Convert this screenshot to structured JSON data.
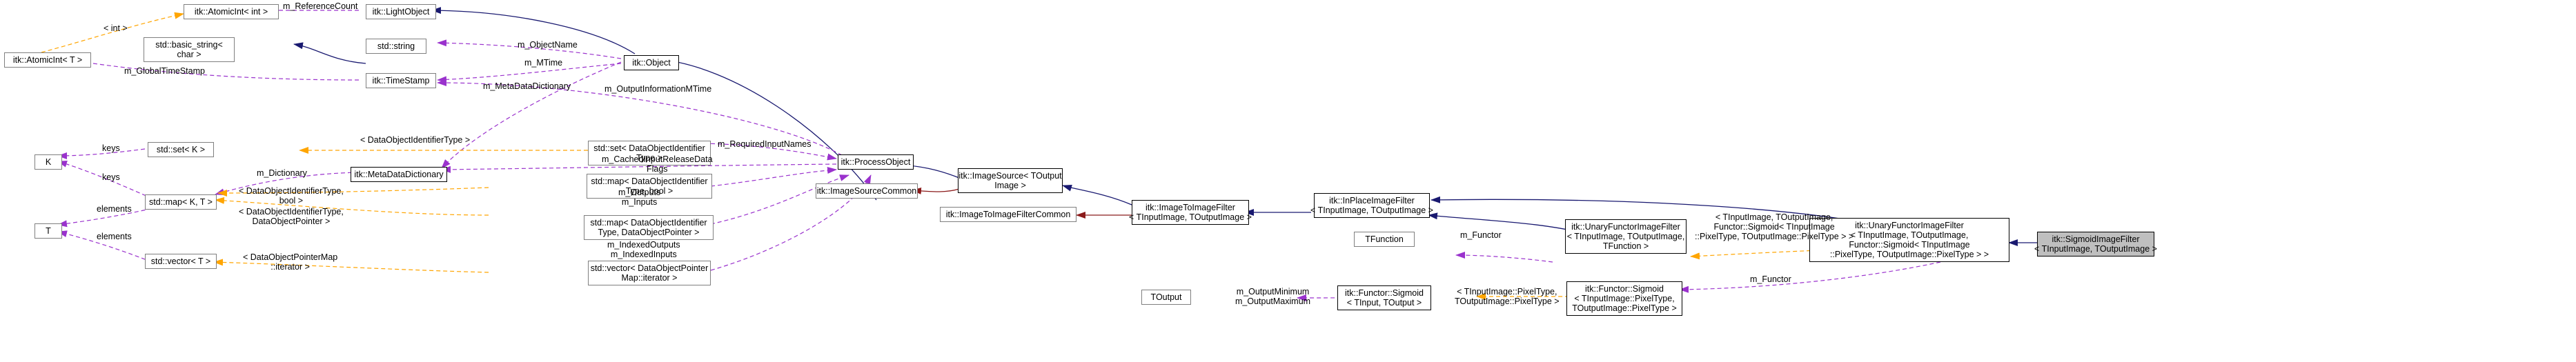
{
  "colors": {
    "inheritance": "#191970",
    "usage": "#9a32cd",
    "template": "#ffa500",
    "private": "#8b1a1a",
    "focus_fill": "#bfbfbf",
    "node_border": "#7f7f7f"
  },
  "nodes": {
    "atomicint_int": [
      "itk::AtomicInt< int >"
    ],
    "lightobject": [
      "itk::LightObject"
    ],
    "basic_string": [
      "std::basic_string<",
      "char >"
    ],
    "atomicint_t": [
      "itk::AtomicInt< T >"
    ],
    "std_string": [
      "std::string"
    ],
    "object": [
      "itk::Object"
    ],
    "timestamp": [
      "itk::TimeStamp"
    ],
    "k": [
      "K"
    ],
    "set_k": [
      "std::set< K >"
    ],
    "set_dataobjid": [
      "std::set< DataObjectIdentifier",
      "Type >"
    ],
    "processobject": [
      "itk::ProcessObject"
    ],
    "metadatadictionary": [
      "itk::MetaDataDictionary"
    ],
    "map_kt": [
      "std::map< K, T >"
    ],
    "map_bool": [
      "std::map< DataObjectIdentifier",
      "Type, bool >"
    ],
    "imagesource": [
      "itk::ImageSource< TOutput",
      "Image >"
    ],
    "imagesourcecommon": [
      "itk::ImageSourceCommon"
    ],
    "t": [
      "T"
    ],
    "map_dataobjptr": [
      "std::map< DataObjectIdentifier",
      "Type, DataObjectPointer >"
    ],
    "imagetoimagefilter": [
      "itk::ImageToImageFilter",
      "< TInputImage, TOutputImage >"
    ],
    "imagetoimagefiltercommon": [
      "itk::ImageToImageFilterCommon"
    ],
    "inplaceimagefilter": [
      "itk::InPlaceImageFilter",
      "< TInputImage, TOutputImage >"
    ],
    "vector_t": [
      "std::vector< T >"
    ],
    "vector_iter": [
      "std::vector< DataObjectPointer",
      "Map::iterator >"
    ],
    "unary_tfunction": [
      "itk::UnaryFunctorImageFilter",
      "< TInputImage, TOutputImage,",
      "TFunction >"
    ],
    "tfunction": [
      "TFunction"
    ],
    "unary_sigmoid": [
      "itk::UnaryFunctorImageFilter",
      "< TInputImage, TOutputImage,",
      "Functor::Sigmoid< TInputImage",
      "::PixelType, TOutputImage::PixelType > >"
    ],
    "sigmoidimagefilter": [
      "itk::SigmoidImageFilter",
      "< TInputImage, TOutputImage >"
    ],
    "toutput": [
      "TOutput"
    ],
    "sigmoid_generic": [
      "itk::Functor::Sigmoid",
      "< TInput, TOutput >"
    ],
    "sigmoid_pixel": [
      "itk::Functor::Sigmoid",
      "< TInputImage::PixelType,",
      "TOutputImage::PixelType >"
    ]
  },
  "edge_labels": {
    "m_referencecount": [
      "m_ReferenceCount"
    ],
    "int": [
      "< int >"
    ],
    "m_globaltimestamp": [
      "m_GlobalTimeStamp"
    ],
    "m_objectname": [
      "m_ObjectName"
    ],
    "m_mtime": [
      "m_MTime"
    ],
    "m_metadatadictionary": [
      "m_MetaDataDictionary"
    ],
    "m_outputinformationmtime": [
      "m_OutputInformationMTime"
    ],
    "dataobjectidentifiertype": [
      "< DataObjectIdentifierType >"
    ],
    "keys_set": [
      "keys"
    ],
    "keys_map": [
      "keys"
    ],
    "m_requiredinputnames": [
      "m_RequiredInputNames"
    ],
    "m_dictionary": [
      "m_Dictionary"
    ],
    "dataobjid_bool": [
      "< DataObjectIdentifierType,",
      "bool >"
    ],
    "m_cachedinputreleasedataflags": [
      "m_CachedInputReleaseData",
      "Flags"
    ],
    "elements_map": [
      "elements"
    ],
    "dataobjid_ptr": [
      "< DataObjectIdentifierType,",
      "DataObjectPointer >"
    ],
    "m_outputs_inputs": [
      "m_Outputs",
      "m_Inputs"
    ],
    "elements_vector": [
      "elements"
    ],
    "dataobjectpointermap_iterator": [
      "< DataObjectPointerMap",
      "::iterator >"
    ],
    "m_indexedoutputs_inputs": [
      "m_IndexedOutputs",
      "m_IndexedInputs"
    ],
    "m_functor_1": [
      "m_Functor"
    ],
    "unary_template_args": [
      "< TInputImage, TOutputImage,",
      "Functor::Sigmoid< TInputImage",
      "::PixelType, TOutputImage::PixelType > >"
    ],
    "m_functor_2": [
      "m_Functor"
    ],
    "m_outputminimum_maximum": [
      "m_OutputMinimum",
      "m_OutputMaximum"
    ],
    "pixeltype_args": [
      "< TInputImage::PixelType,",
      "TOutputImage::PixelType >"
    ]
  }
}
